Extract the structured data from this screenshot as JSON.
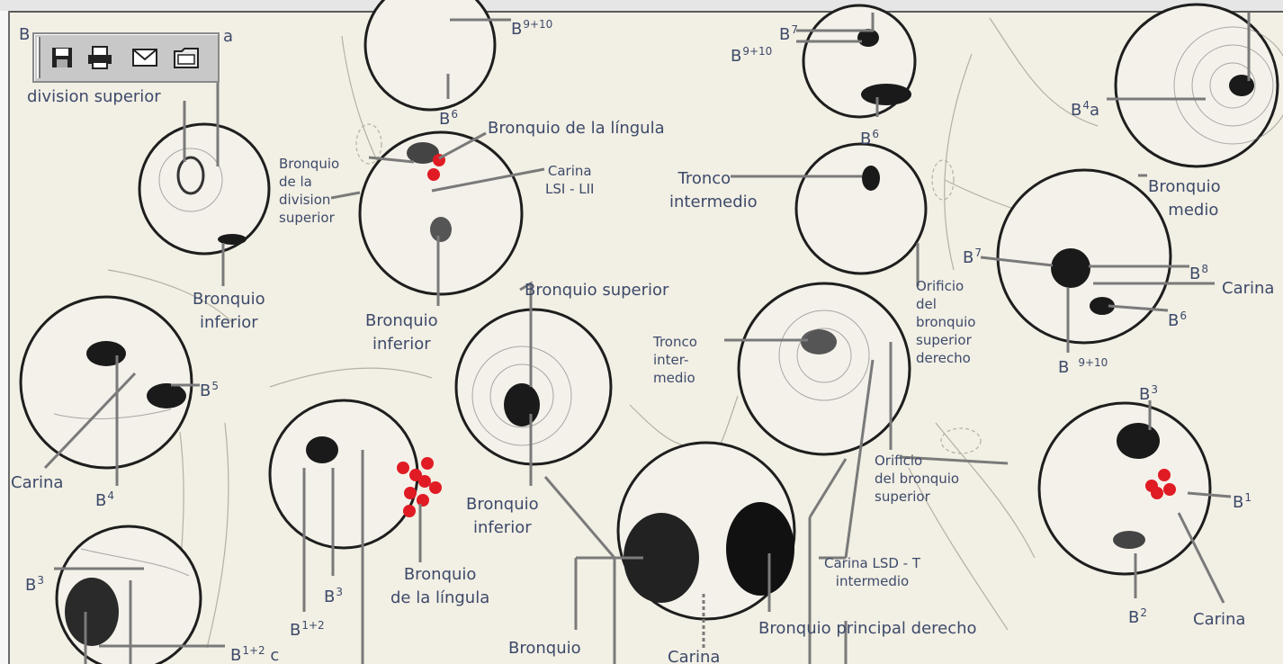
{
  "toolbar": {
    "save_icon": "floppy-disk-icon",
    "print_icon": "printer-icon",
    "mail_icon": "envelope-icon",
    "open_icon": "folder-icon"
  },
  "labels": {
    "left_top_bronchus_hidden_a": "B",
    "left_top_bronchus_hidden_b": "a",
    "division_superior": "division superior",
    "b9_10_top": "B",
    "b9_10_top_sup": "9+10",
    "b6_top": "B",
    "b6_top_sup": "6",
    "bronquio_lingula_top": "Bronquio de la língula",
    "bronquio_division_superior": [
      "Bronquio",
      "de la",
      "division",
      "superior"
    ],
    "carina_lsi_lii": [
      "Carina",
      "LSI - LII"
    ],
    "bronquio_inferior_1": [
      "Bronquio",
      "inferior"
    ],
    "bronquio_inferior_2": [
      "Bronquio",
      "inferior"
    ],
    "bronquio_superior": "Bronquio superior",
    "b5": "B",
    "b5_sup": "5",
    "carina_left": "Carina",
    "b4": "B",
    "b4_sup": "4",
    "b3_left": "B",
    "b3_left_sup": "3",
    "b3_mid": "B",
    "b3_mid_sup": "3",
    "b12": "B",
    "b12_sup": "1+2",
    "b12c": "B",
    "b12c_sup": "1+2",
    "b12c_suffix": "c",
    "bronquio_lingula_bottom": [
      "Bronquio",
      "de la língula"
    ],
    "bronquio_inferior_3": [
      "Bronquio",
      "inferior"
    ],
    "bronquio_bottom": "Bronquio",
    "carina_bottom": "Carina",
    "b7_top_right": "B",
    "b7_top_right_sup": "7",
    "b9_10_right": "B",
    "b9_10_right_sup": "9+10",
    "b6_right": "B",
    "b6_right_sup": "6",
    "tronco_intermedio": [
      "Tronco",
      "intermedio"
    ],
    "b4a": "B",
    "b4a_sup": "4",
    "b4a_suffix": "a",
    "bronquio_medio": [
      "Bronquio",
      "medio"
    ],
    "b7_right": "B",
    "b7_right_sup": "7",
    "b8": "B",
    "b8_sup": "8",
    "carina_right": "Carina",
    "b6_right2": "B",
    "b6_right2_sup": "6",
    "b9_10_right2": "B",
    "b9_10_right2_sup": "9+10",
    "orificio_bronquio_superior_derecho": [
      "Orificio",
      "del",
      "bronquio",
      "superior",
      "derecho"
    ],
    "tronco_inter_medio": [
      "Tronco",
      "inter-",
      "medio"
    ],
    "orificio_bronquio_superior": [
      "Orificio",
      "del bronquio",
      "superior"
    ],
    "b3_right": "B",
    "b3_right_sup": "3",
    "b1": "B",
    "b1_sup": "1",
    "b2": "B",
    "b2_sup": "2",
    "carina_bottom_right": "Carina",
    "carina_lsd_t": [
      "Carina LSD - T",
      "intermedio"
    ],
    "bronquio_principal_derecho": "Bronquio principal derecho"
  },
  "colors": {
    "label_text": "#3d4a6a",
    "line": "#7a7a7a",
    "circle_bg": "#f4f1ea",
    "marker": "#e01b24"
  }
}
